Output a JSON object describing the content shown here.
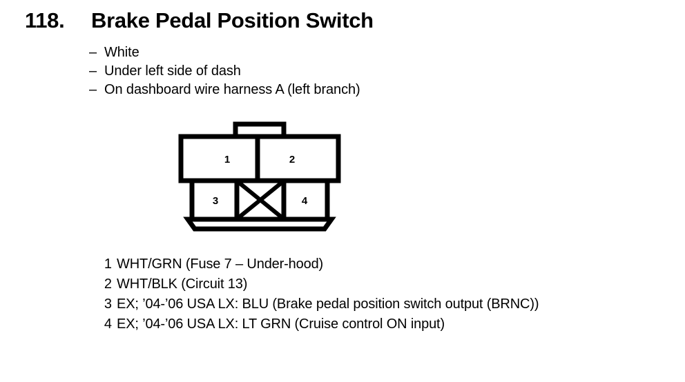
{
  "page": {
    "background_color": "#ffffff",
    "ink_color": "#000000"
  },
  "header": {
    "number": "118.",
    "title": "Brake Pedal Position Switch"
  },
  "notes": {
    "dash": "–",
    "items": [
      {
        "text": "White"
      },
      {
        "text": "Under left side of dash"
      },
      {
        "text": "On dashboard wire harness A (left branch)"
      }
    ]
  },
  "connector": {
    "name": "4-cavity connector diagram",
    "top_row": [
      {
        "label": "1",
        "blocked": false
      },
      {
        "label": "2",
        "blocked": false
      }
    ],
    "bottom_row": [
      {
        "label": "3",
        "blocked": false
      },
      {
        "label": "",
        "blocked": true
      },
      {
        "label": "4",
        "blocked": false
      }
    ]
  },
  "pinlist": [
    {
      "index": "1",
      "description": "WHT/GRN (Fuse 7 – Under-hood)"
    },
    {
      "index": "2",
      "description": "WHT/BLK (Circuit 13)"
    },
    {
      "index": "3",
      "description": "EX; ’04-’06 USA LX: BLU (Brake pedal position switch output (BRNC))"
    },
    {
      "index": "4",
      "description": "EX; ’04-’06 USA LX: LT GRN (Cruise control ON input)"
    }
  ]
}
